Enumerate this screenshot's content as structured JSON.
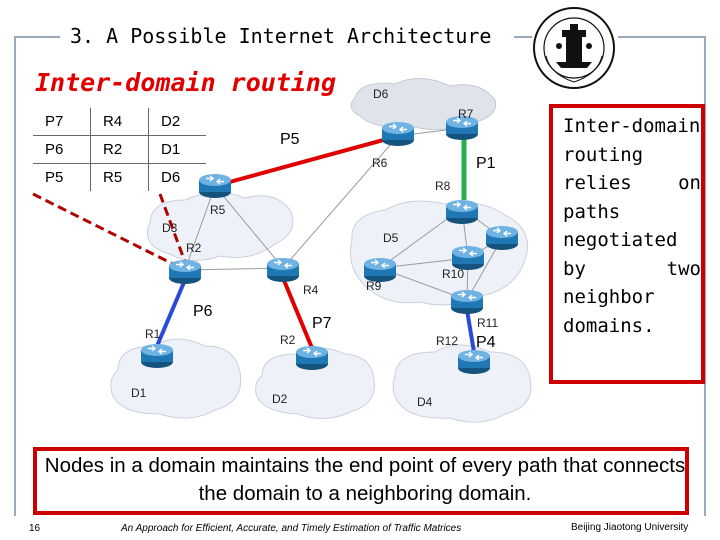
{
  "slide": {
    "title": "3. A Possible Internet Architecture",
    "subtitle": "Inter-domain routing"
  },
  "routing_table": [
    [
      "P7",
      "R4",
      "D2"
    ],
    [
      "P6",
      "R2",
      "D1"
    ],
    [
      "P5",
      "R5",
      "D6"
    ]
  ],
  "diagram": {
    "domains": [
      "D1",
      "D2",
      "D3",
      "D4",
      "D5",
      "D6"
    ],
    "routers": [
      "R1",
      "R2",
      "R2",
      "R4",
      "R5",
      "R6",
      "R7",
      "R8",
      "R9",
      "R10",
      "R11",
      "R12"
    ],
    "paths": [
      "P1",
      "P4",
      "P5",
      "P6",
      "P7"
    ],
    "colors": {
      "red_path": "#e00000",
      "green_path": "#22b14c",
      "blue_path": "#2a4bd6",
      "router": "#1f78b4",
      "cloud": "#eef2f8"
    }
  },
  "side_note": "Inter-domain routing relies on paths negotiated by two neighbor domains.",
  "bottom_note": "Nodes in a domain maintains the end point of every path that connects the domain to a neighboring domain.",
  "footer": {
    "page_number": "16",
    "center": "An Approach for Efficient, Accurate, and Timely Estimation of Traffic Matrices",
    "right": "Beijing Jiaotong University"
  }
}
